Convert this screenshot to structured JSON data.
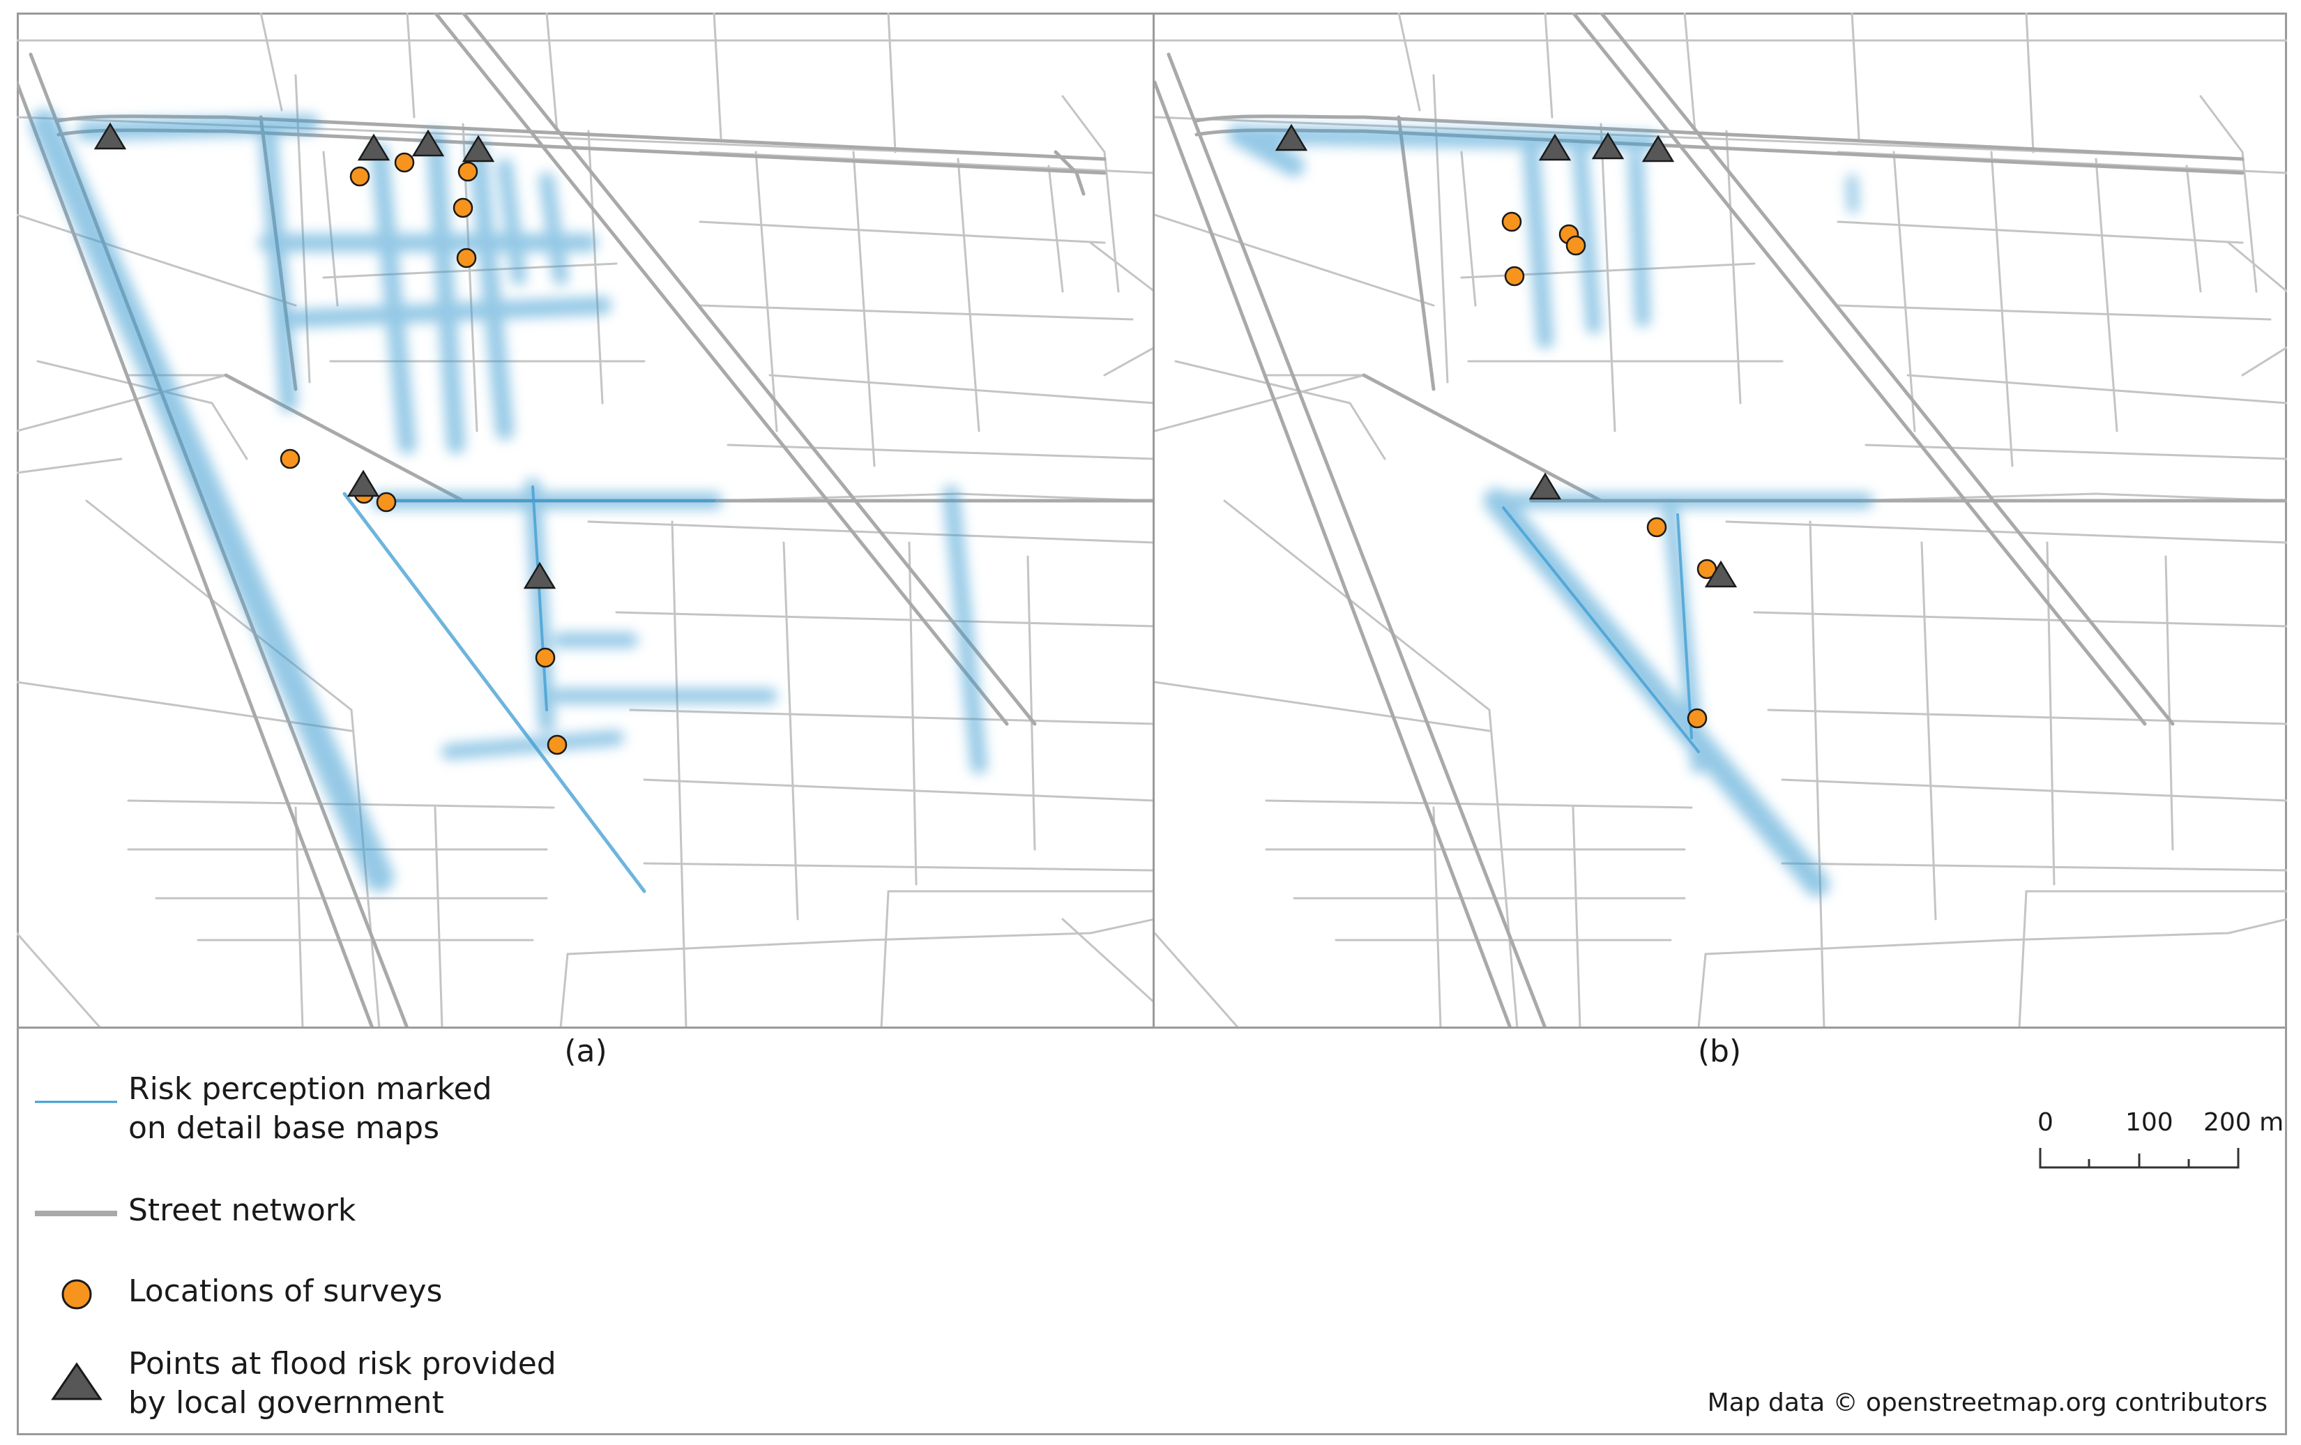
{
  "figure": {
    "panel_labels": [
      "(a)",
      "(b)"
    ],
    "colors": {
      "risk_perception": "#3d9cd2",
      "street_network": "#a9a9a9",
      "survey_location": "#f7941d",
      "flood_risk_point": "#575757",
      "marker_outline": "#1a1a1a"
    }
  },
  "legend": {
    "items": [
      {
        "symbol": "blue-line-icon",
        "label": "Risk perception marked\non detail base maps"
      },
      {
        "symbol": "gray-line-icon",
        "label": "Street network"
      },
      {
        "symbol": "orange-circle-icon",
        "label": "Locations of surveys"
      },
      {
        "symbol": "gray-triangle-icon",
        "label": "Points at flood risk provided\nby local government"
      }
    ]
  },
  "scalebar": {
    "unit": "m",
    "labels": [
      "0",
      "100",
      "200 m"
    ]
  },
  "credit": "Map data © openstreetmap.org contributors"
}
